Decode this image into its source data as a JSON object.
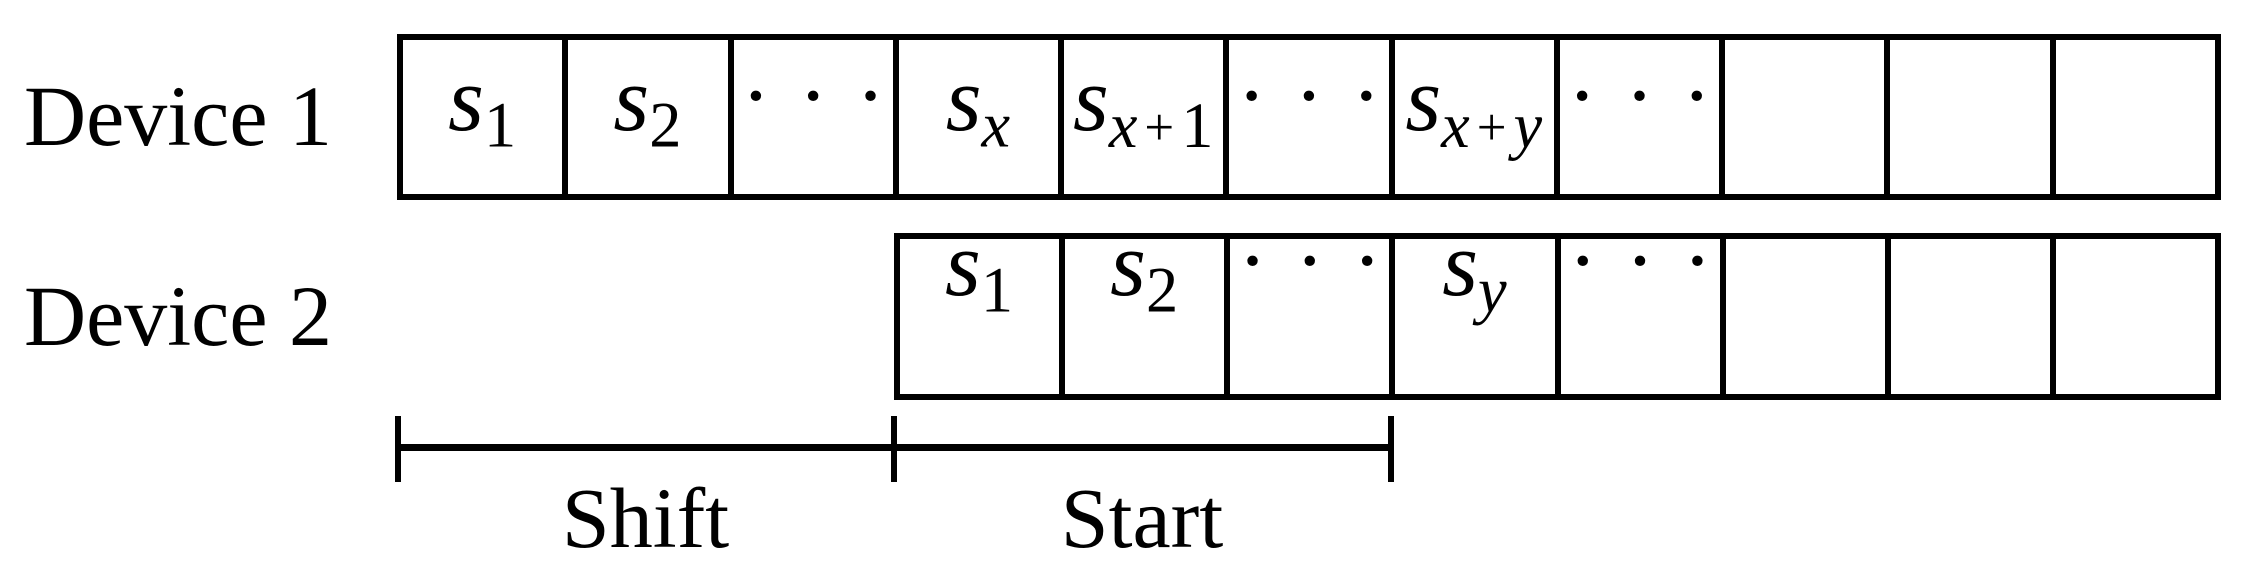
{
  "colors": {
    "ink": "#000000",
    "background": "#ffffff"
  },
  "devices": [
    {
      "label": "Device 1",
      "cells": [
        {
          "type": "sym",
          "base": "s",
          "sub": "1"
        },
        {
          "type": "sym",
          "base": "s",
          "sub": "2"
        },
        {
          "type": "dots",
          "text": "···"
        },
        {
          "type": "sym",
          "base": "s",
          "sub": "x"
        },
        {
          "type": "sym",
          "base": "s",
          "sub": "x+1"
        },
        {
          "type": "dots",
          "text": "···"
        },
        {
          "type": "sym",
          "base": "s",
          "sub": "x+y"
        },
        {
          "type": "dots",
          "text": "···"
        },
        {
          "type": "empty"
        },
        {
          "type": "empty"
        },
        {
          "type": "empty"
        }
      ]
    },
    {
      "label": "Device 2",
      "cells": [
        {
          "type": "sym",
          "base": "s",
          "sub": "1"
        },
        {
          "type": "sym",
          "base": "s",
          "sub": "2"
        },
        {
          "type": "dots",
          "text": "···"
        },
        {
          "type": "sym",
          "base": "s",
          "sub": "y"
        },
        {
          "type": "dots",
          "text": "···"
        },
        {
          "type": "empty"
        },
        {
          "type": "empty"
        },
        {
          "type": "empty"
        }
      ]
    }
  ],
  "brackets": [
    {
      "label": "Shift"
    },
    {
      "label": "Start"
    }
  ]
}
